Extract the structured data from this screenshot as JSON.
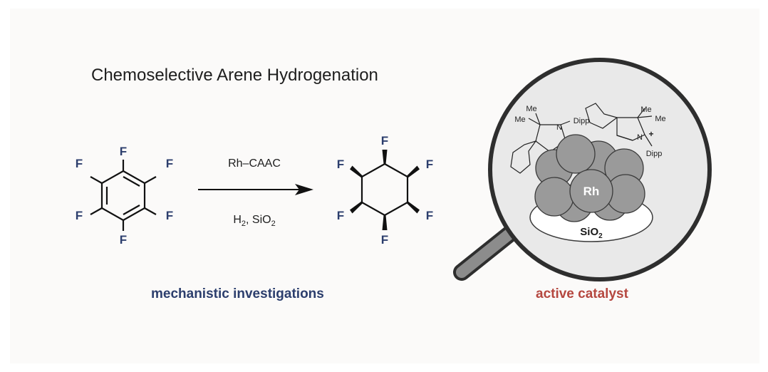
{
  "title": "Chemoselective Arene Hydrogenation",
  "reaction": {
    "reagent_top": "Rh–CAAC",
    "reagent_bottom_prefix": "H",
    "reagent_bottom_h_sub": "2",
    "reagent_bottom_mid": ", SiO",
    "reagent_bottom_o_sub": "2",
    "substituent": "F"
  },
  "magnifier": {
    "metal_label": "Rh",
    "support_prefix": "SiO",
    "support_sub": "2",
    "me": "Me",
    "n": "N",
    "dipp": "Dipp",
    "plus": "+"
  },
  "captions": {
    "left": "mechanistic investigations",
    "right": "active catalyst"
  },
  "colors": {
    "fluorine": "#2c3e6d",
    "caption_left": "#2c3e6d",
    "caption_right": "#b5473f",
    "metal_sphere": "#9a9a9a",
    "lens_fill": "#e9e9e9",
    "handle": "#8c8c8c"
  }
}
